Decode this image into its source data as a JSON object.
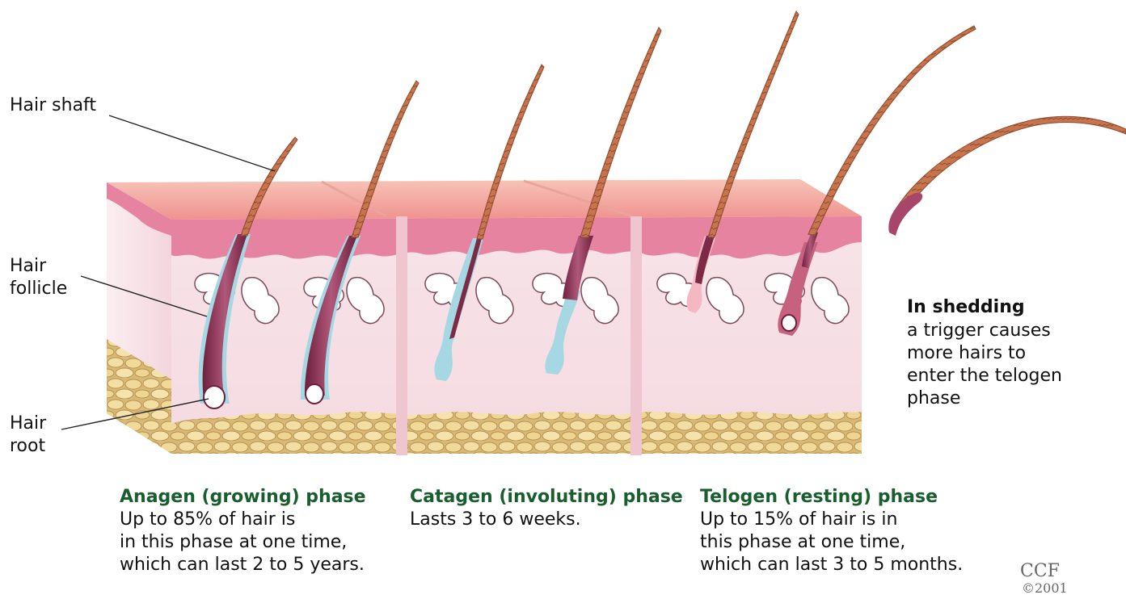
{
  "labels": {
    "hair_shaft": "Hair shaft",
    "hair_follicle_1": "Hair",
    "hair_follicle_2": "follicle",
    "hair_root_1": "Hair",
    "hair_root_2": "root"
  },
  "phases": [
    {
      "title": "Anagen (growing) phase",
      "body": "Up to 85% of hair is\nin this phase at one time,\nwhich can last 2 to 5 years."
    },
    {
      "title": "Catagen (involuting) phase",
      "body": "Lasts 3 to 6 weeks."
    },
    {
      "title": "Telogen (resting) phase",
      "body": "Up to 15% of hair is in\nthis phase at one time,\nwhich can last 3 to 5 months."
    }
  ],
  "shedding": {
    "title": "In shedding",
    "body": "a trigger causes\nmore hairs to\nenter the telogen\nphase"
  },
  "credit": {
    "org": "CCF",
    "year": "©2001"
  },
  "colors": {
    "phase_title": "#1a5e2e",
    "skin_top": "#f2a7a0",
    "epidermis": "#e07a96",
    "dermis": "#f8e1e6",
    "fat": "#efd79a",
    "hair": "#c9734a",
    "follicle": "#8a2e4e",
    "sheath": "#a6d8e4"
  }
}
